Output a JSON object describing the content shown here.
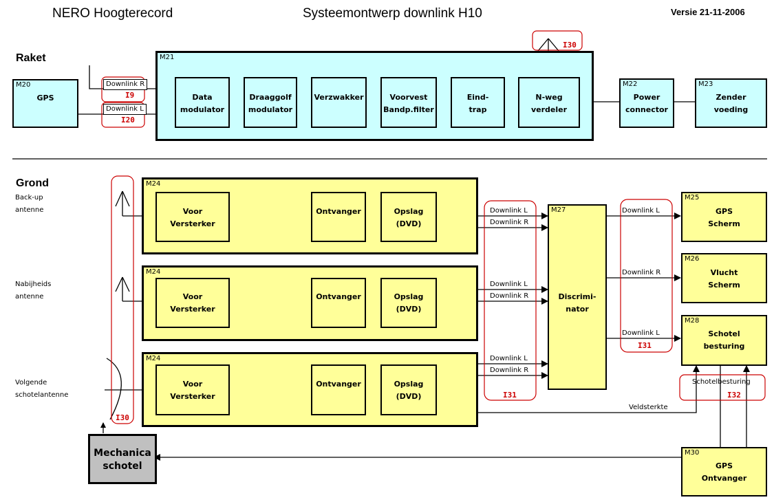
{
  "header": {
    "left_title": "NERO Hoogterecord",
    "center_title": "Systeemontwerp downlink H10",
    "version": "Versie 21-11-2006"
  },
  "sections": {
    "rocket": "Raket",
    "ground": "Grond"
  },
  "antennas": {
    "backup": [
      "Back-up",
      "antenne"
    ],
    "proximity": [
      "Nabijheids",
      "antenne"
    ],
    "tracking": [
      "Volgende",
      "schotelantenne"
    ]
  },
  "rocket_modules": {
    "m20": {
      "id": "M20",
      "lines": [
        "GPS"
      ]
    },
    "m21": {
      "id": "M21"
    },
    "m22": {
      "id": "M22",
      "lines": [
        "Power",
        "connector"
      ]
    },
    "m23": {
      "id": "M23",
      "lines": [
        "Zender",
        "voeding"
      ]
    },
    "chain": [
      {
        "lines": [
          "Data",
          "modulator"
        ]
      },
      {
        "lines": [
          "Draaggolf",
          "modulator"
        ]
      },
      {
        "lines": [
          "Verzwakker"
        ]
      },
      {
        "lines": [
          "Voorvest",
          "Bandp.filter"
        ]
      },
      {
        "lines": [
          "Eind-",
          "trap"
        ]
      },
      {
        "lines": [
          "N-weg",
          "verdeler"
        ]
      }
    ]
  },
  "receiver_chain": {
    "id": "M24",
    "stage1": [
      "Voor",
      "Versterker"
    ],
    "stage2": [
      "Ontvanger"
    ],
    "stage3": [
      "Opslag",
      "(DVD)"
    ]
  },
  "ground_modules": {
    "m25": {
      "id": "M25",
      "lines": [
        "GPS",
        "Scherm"
      ]
    },
    "m26": {
      "id": "M26",
      "lines": [
        "Vlucht",
        "Scherm"
      ]
    },
    "m27": {
      "id": "M27",
      "lines": [
        "Discrimi-",
        "nator"
      ]
    },
    "m28": {
      "id": "M28",
      "lines": [
        "Schotel",
        "besturing"
      ]
    },
    "m30": {
      "id": "M30",
      "lines": [
        "GPS",
        "Ontvanger"
      ]
    },
    "mechanics": {
      "lines": [
        "Mechanica",
        "schotel"
      ]
    }
  },
  "signal_labels": {
    "downlink_r_short": "Downlink R",
    "downlink_l_short": "Downlink L",
    "downlink_l": "Downlink L",
    "downlink_r": "Downlink R",
    "dish_control": "Schotelbesturing",
    "field_strength": "Veldsterkte"
  },
  "interfaces": {
    "i9": "I9",
    "i20": "I20",
    "i30": "I30",
    "i31": "I31",
    "i32": "I32"
  },
  "colors": {
    "cyan_fill": "#ccffff",
    "yellow_fill": "#ffff99",
    "grey_fill": "#c0c0c0",
    "interface_red": "#cc0000"
  }
}
